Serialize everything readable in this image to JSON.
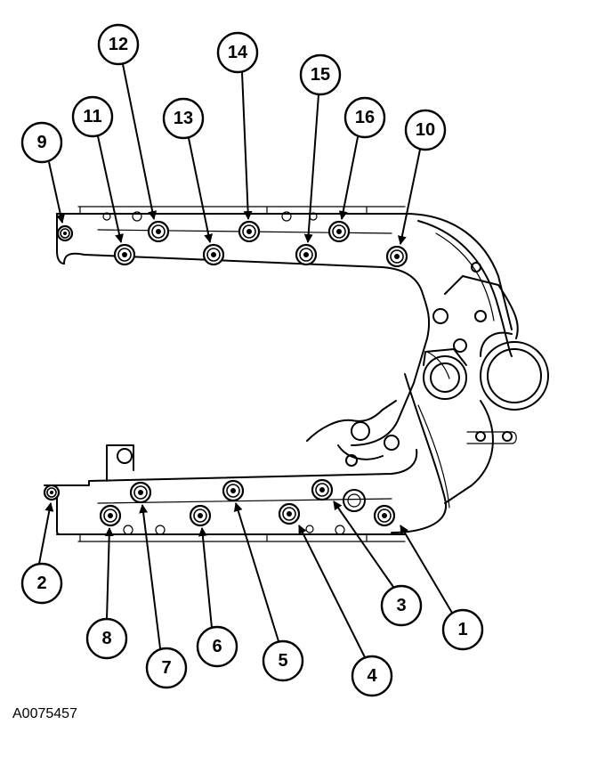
{
  "figure": {
    "reference_code": "A0075457"
  },
  "callouts": [
    {
      "id": "1",
      "label": "1"
    },
    {
      "id": "2",
      "label": "2"
    },
    {
      "id": "3",
      "label": "3"
    },
    {
      "id": "4",
      "label": "4"
    },
    {
      "id": "5",
      "label": "5"
    },
    {
      "id": "6",
      "label": "6"
    },
    {
      "id": "7",
      "label": "7"
    },
    {
      "id": "8",
      "label": "8"
    },
    {
      "id": "9",
      "label": "9"
    },
    {
      "id": "10",
      "label": "10"
    },
    {
      "id": "11",
      "label": "11"
    },
    {
      "id": "12",
      "label": "12"
    },
    {
      "id": "13",
      "label": "13"
    },
    {
      "id": "14",
      "label": "14"
    },
    {
      "id": "15",
      "label": "15"
    },
    {
      "id": "16",
      "label": "16"
    }
  ]
}
